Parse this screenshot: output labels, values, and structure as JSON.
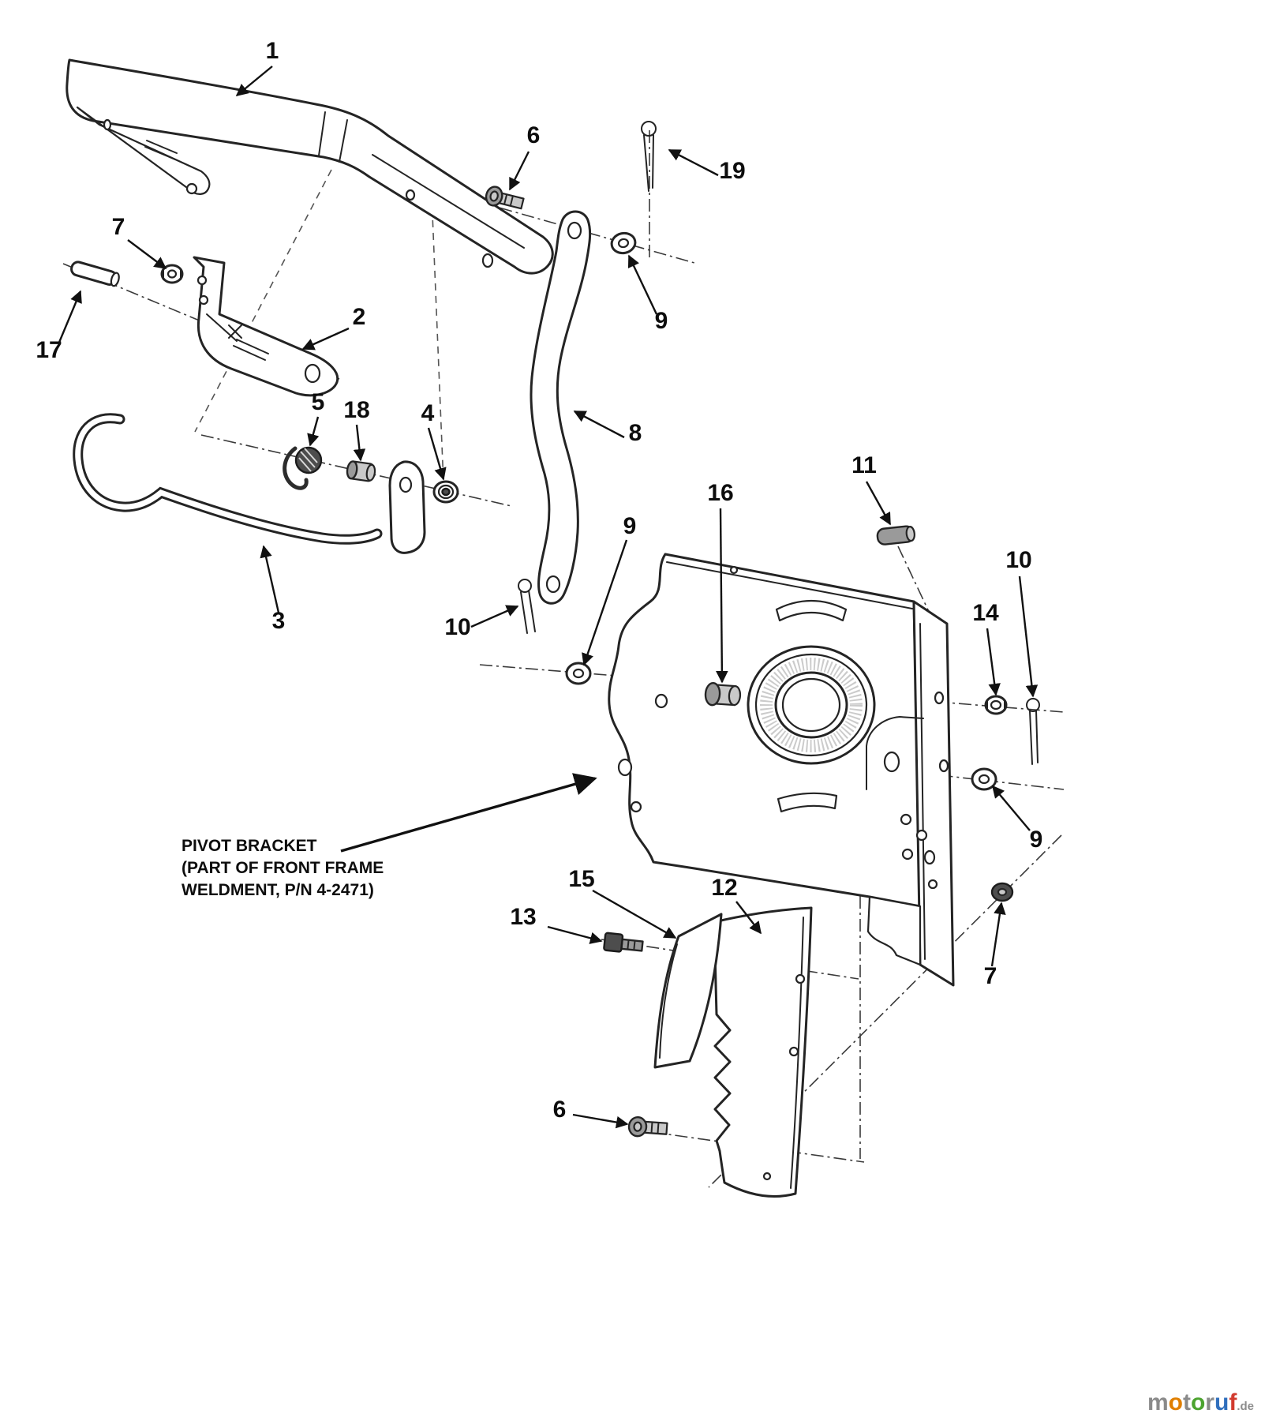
{
  "diagram": {
    "callouts": [
      "1",
      "6",
      "19",
      "7",
      "9",
      "2",
      "17",
      "5",
      "18",
      "4",
      "8",
      "3",
      "10",
      "9",
      "16",
      "11",
      "10",
      "14",
      "9",
      "7",
      "15",
      "12",
      "13",
      "6"
    ],
    "note": {
      "lines": [
        "PIVOT BRACKET",
        "(PART OF FRONT FRAME",
        "WELDMENT, P/N 4-2471)"
      ]
    },
    "watermark": {
      "letters": [
        {
          "ch": "m",
          "color": "#8a8a8a"
        },
        {
          "ch": "o",
          "color": "#e07f00"
        },
        {
          "ch": "t",
          "color": "#8a8a8a"
        },
        {
          "ch": "o",
          "color": "#4ca32f"
        },
        {
          "ch": "r",
          "color": "#8a8a8a"
        },
        {
          "ch": "u",
          "color": "#2f6fbd"
        },
        {
          "ch": "f",
          "color": "#d23b2f"
        }
      ],
      "suffix": ".de"
    },
    "colors": {
      "ink": "#242424",
      "background": "#ffffff"
    }
  }
}
